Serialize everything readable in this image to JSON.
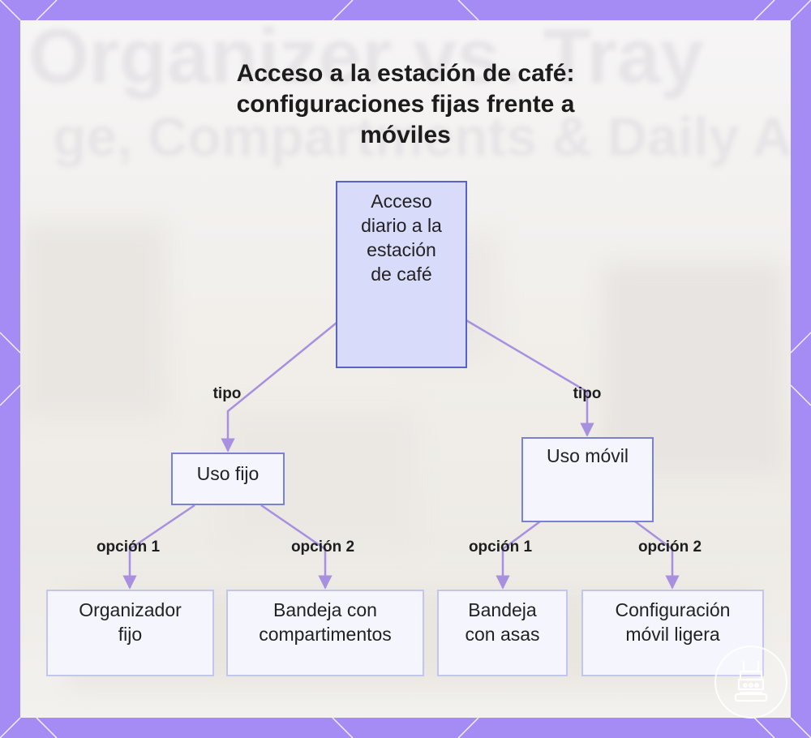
{
  "title": {
    "line1": "Acceso a la estación de café:",
    "line2": "configuraciones fijas frente a",
    "line3": "móviles"
  },
  "background_text": {
    "line1": "Organizer vs. Tray",
    "line2": "ge, Compartments & Daily Ac"
  },
  "colors": {
    "frame": "#a48cf4",
    "node_border": "#7a82d0",
    "root_fill": "#d8dbfa",
    "node_fill": "#f5f6fd",
    "edge": "#a890e0"
  },
  "nodes": {
    "root": [
      "Acceso",
      "diario a la",
      "estación",
      "de café"
    ],
    "fixed": [
      "Uso fijo"
    ],
    "mobile": [
      "Uso móvil"
    ],
    "organizer": [
      "Organizador",
      "fijo"
    ],
    "tray_compartments": [
      "Bandeja con",
      "compartimentos"
    ],
    "tray_handles": [
      "Bandeja",
      "con asas"
    ],
    "light_mobile": [
      "Configuración",
      "móvil ligera"
    ]
  },
  "edge_labels": {
    "root_fixed": "tipo",
    "root_mobile": "tipo",
    "fixed_option1": "opción 1",
    "fixed_option2": "opción 2",
    "mobile_option1": "opción 1",
    "mobile_option2": "opción 2"
  },
  "watermark_icon": "coffee-maker-icon"
}
